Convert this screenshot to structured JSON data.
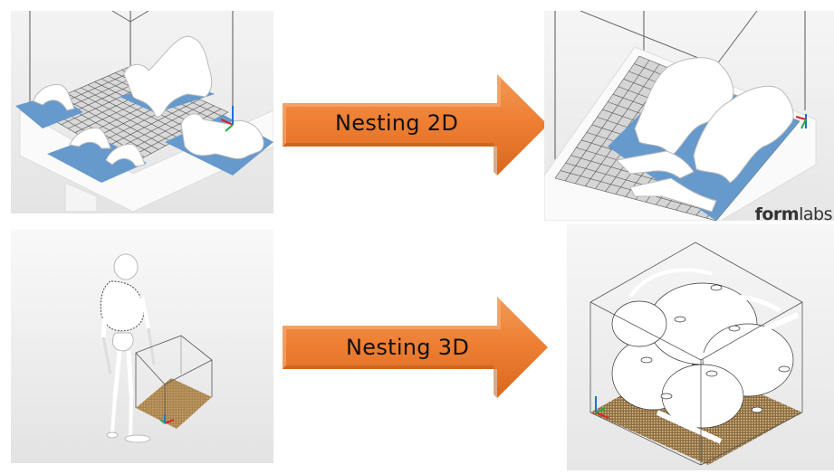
{
  "title": "Nesting 2D vs Nesting 3D comparison",
  "colors": {
    "arrow_fill": "#ED7D31",
    "build_plate_blue": "#6699CC",
    "powder_bed": "#B08A52",
    "axis_x": "#E02020",
    "axis_y": "#20B040",
    "axis_z": "#2070D0"
  },
  "rows": [
    {
      "before_panel": {
        "label": "Unnested parts on SLA build platform",
        "icon": "build-platform-scattered-parts"
      },
      "arrow": {
        "label": "Nesting 2D",
        "icon": "arrow-right-icon"
      },
      "after_panel": {
        "label": "2D nested parts on SLA build platform",
        "icon": "build-platform-nested-parts",
        "watermark": "formlabs",
        "watermark_bold": "form",
        "watermark_rest": "labs"
      }
    },
    {
      "before_panel": {
        "label": "Skeleton model beside empty build volume",
        "icon": "skeleton-and-build-volume"
      },
      "arrow": {
        "label": "Nesting 3D",
        "icon": "arrow-right-icon"
      },
      "after_panel": {
        "label": "3D nested bones packed in build volume",
        "icon": "packed-build-volume"
      }
    }
  ]
}
